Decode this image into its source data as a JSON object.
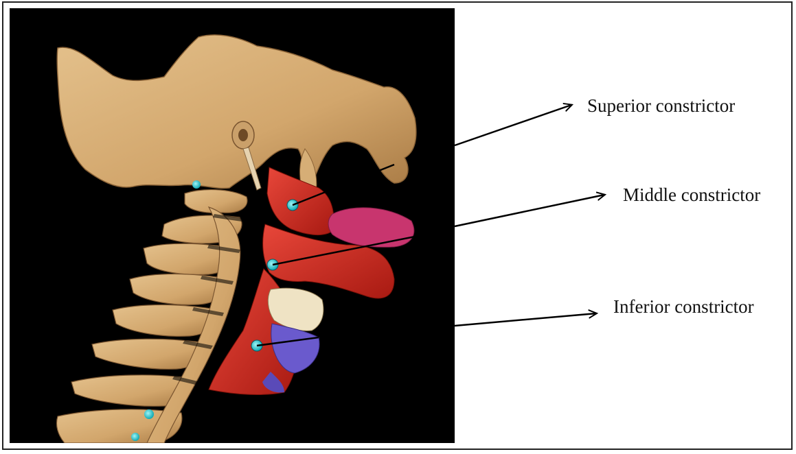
{
  "labels": {
    "superior": "Superior constrictor",
    "middle": "Middle constrictor",
    "inferior": "Inferior constrictor"
  },
  "colors": {
    "background": "#000000",
    "bone": "#d8b07a",
    "muscle": "#d42a1e",
    "marker": "#1ec8d0",
    "tongue": "#c8356e",
    "cartilage": "#6a5acd"
  }
}
